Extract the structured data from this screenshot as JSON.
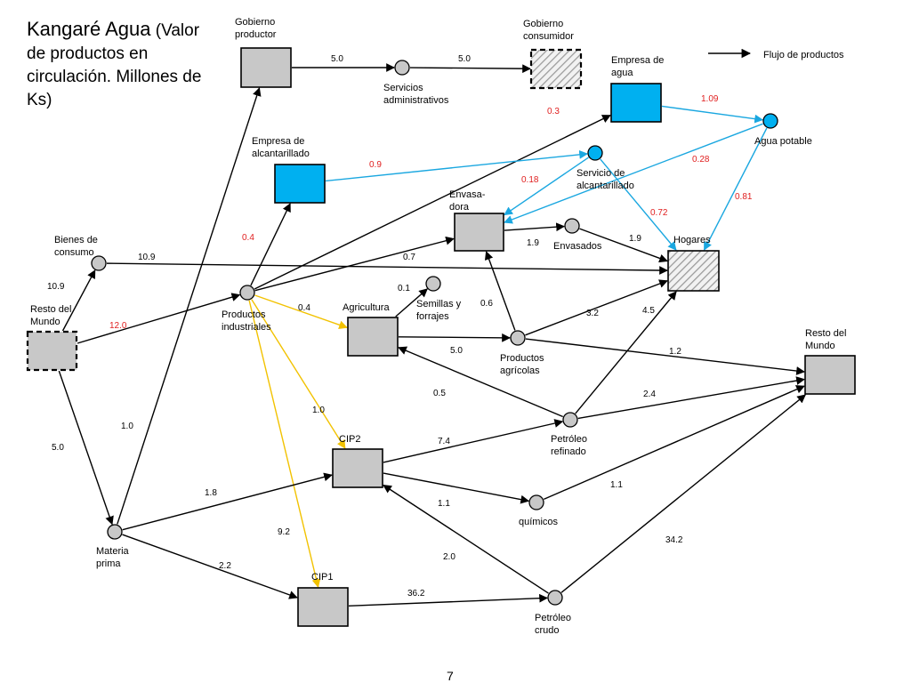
{
  "title": {
    "main": "Kangaré Agua",
    "rest": "(Valor de productos en circulación. Millones de Ks)"
  },
  "page_number": "7",
  "legend": {
    "label": "Flujo de productos"
  },
  "colors": {
    "node_gray": "#c8c8c8",
    "node_blue": "#00b0f0",
    "arrow_black": "#000000",
    "arrow_blue": "#1aa7e0",
    "arrow_yellow": "#f2c200",
    "value_red": "#e02020"
  },
  "nodes": {
    "gob_prod": {
      "label": [
        "Gobierno",
        "productor"
      ]
    },
    "serv_adm": {
      "label": [
        "Servicios",
        "administrativos"
      ]
    },
    "gob_cons": {
      "label": [
        "Gobierno",
        "consumidor"
      ]
    },
    "emp_agua": {
      "label": [
        "Empresa de",
        "agua"
      ]
    },
    "agua_pot": {
      "label": [
        "Agua potable"
      ]
    },
    "emp_alc": {
      "label": [
        "Empresa de",
        "alcantarillado"
      ]
    },
    "serv_alc": {
      "label": [
        "Servicio de",
        "alcantarillado"
      ]
    },
    "envasadora": {
      "label": [
        "Envasa-",
        "dora"
      ]
    },
    "envasados": {
      "label": [
        "Envasados"
      ]
    },
    "hogares": {
      "label": [
        "Hogares"
      ]
    },
    "bienes": {
      "label": [
        "Bienes de",
        "consumo"
      ]
    },
    "resto_izq": {
      "label": [
        "Resto del",
        "Mundo"
      ]
    },
    "prod_ind": {
      "label": [
        "Productos",
        "industriales"
      ]
    },
    "agricultura": {
      "label": [
        "Agricultura"
      ]
    },
    "semillas": {
      "label": [
        "Semillas y",
        "forrajes"
      ]
    },
    "prod_agr": {
      "label": [
        "Productos",
        "agrícolas"
      ]
    },
    "resto_der": {
      "label": [
        "Resto del",
        "Mundo"
      ]
    },
    "petro_ref": {
      "label": [
        "Petróleo",
        "refinado"
      ]
    },
    "cip2": {
      "label": [
        "CIP2"
      ]
    },
    "quimicos": {
      "label": [
        "químicos"
      ]
    },
    "materia": {
      "label": [
        "Materia",
        "prima"
      ]
    },
    "cip1": {
      "label": [
        "CIP1"
      ]
    },
    "petro_crudo": {
      "label": [
        "Petróleo",
        "crudo"
      ]
    }
  },
  "flows": [
    {
      "id": "gobprod-servadm",
      "from": "gob_prod",
      "to": "serv_adm",
      "value": "5.0",
      "color": "black"
    },
    {
      "id": "servadm-gobcons",
      "from": "serv_adm",
      "to": "gob_cons",
      "value": "5.0",
      "color": "black"
    },
    {
      "id": "prodind-empagua",
      "from": "prod_ind",
      "to": "emp_agua",
      "value": "0.3",
      "color": "black",
      "value_color": "red"
    },
    {
      "id": "empagua-aguapot",
      "from": "emp_agua",
      "to": "agua_pot",
      "value": "1.09",
      "color": "blue",
      "value_color": "red"
    },
    {
      "id": "aguapot-envasadora",
      "from": "agua_pot",
      "to": "envasadora",
      "value": "0.28",
      "color": "blue",
      "value_color": "red"
    },
    {
      "id": "aguapot-hogares",
      "from": "agua_pot",
      "to": "hogares",
      "value": "0.81",
      "color": "blue",
      "value_color": "red"
    },
    {
      "id": "empalc-servalc",
      "from": "emp_alc",
      "to": "serv_alc",
      "value": "0.9",
      "color": "blue",
      "value_color": "red"
    },
    {
      "id": "servalc-envasadora",
      "from": "serv_alc",
      "to": "envasadora",
      "value": "0.18",
      "color": "blue",
      "value_color": "red"
    },
    {
      "id": "servalc-hogares",
      "from": "serv_alc",
      "to": "hogares",
      "value": "0.72",
      "color": "blue",
      "value_color": "red"
    },
    {
      "id": "prodind-empalc",
      "from": "prod_ind",
      "to": "emp_alc",
      "value": "0.4",
      "color": "black",
      "value_color": "red"
    },
    {
      "id": "prodind-envasadora",
      "from": "prod_ind",
      "to": "envasadora",
      "value": "0.7",
      "color": "black"
    },
    {
      "id": "envasadora-envasados",
      "from": "envasadora",
      "to": "envasados",
      "value": "1.9",
      "color": "black"
    },
    {
      "id": "envasados-hogares",
      "from": "envasados",
      "to": "hogares",
      "value": "1.9",
      "color": "black"
    },
    {
      "id": "bienes-hogares",
      "from": "bienes",
      "to": "hogares",
      "value": "10.9",
      "color": "black"
    },
    {
      "id": "resto-bienes",
      "from": "resto_izq",
      "to": "bienes",
      "value": "10.9",
      "color": "black"
    },
    {
      "id": "resto-prodind",
      "from": "resto_izq",
      "to": "prod_ind",
      "value": "12.0",
      "color": "black",
      "value_color": "red"
    },
    {
      "id": "resto-materia",
      "from": "resto_izq",
      "to": "materia",
      "value": "5.0",
      "color": "black"
    },
    {
      "id": "materia-gobprod",
      "from": "materia",
      "to": "gob_prod",
      "value": "1.0",
      "color": "black"
    },
    {
      "id": "prodind-agricultura",
      "from": "prod_ind",
      "to": "agricultura",
      "value": "0.4",
      "color": "yellow"
    },
    {
      "id": "agricultura-semillas",
      "from": "agricultura",
      "to": "semillas",
      "value": "0.1",
      "color": "black"
    },
    {
      "id": "agricultura-prodagr",
      "from": "agricultura",
      "to": "prod_agr",
      "value": "5.0",
      "color": "black"
    },
    {
      "id": "prodagr-envasadora",
      "from": "prod_agr",
      "to": "envasadora",
      "value": "0.6",
      "color": "black"
    },
    {
      "id": "prodagr-hogares",
      "from": "prod_agr",
      "to": "hogares",
      "value": "3.2",
      "color": "black"
    },
    {
      "id": "prodagr-restoder",
      "from": "prod_agr",
      "to": "resto_der",
      "value": "1.2",
      "color": "black"
    },
    {
      "id": "petroref-hogares",
      "from": "petro_ref",
      "to": "hogares",
      "value": "4.5",
      "color": "black"
    },
    {
      "id": "petroref-restoder",
      "from": "petro_ref",
      "to": "resto_der",
      "value": "2.4",
      "color": "black"
    },
    {
      "id": "petroref-agricultura",
      "from": "petro_ref",
      "to": "agricultura",
      "value": "0.5",
      "color": "black"
    },
    {
      "id": "prodind-cip2",
      "from": "prod_ind",
      "to": "cip2",
      "value": "1.0",
      "color": "yellow"
    },
    {
      "id": "prodind-cip1",
      "from": "prod_ind",
      "to": "cip1",
      "value": "9.2",
      "color": "yellow"
    },
    {
      "id": "cip2-petroref",
      "from": "cip2",
      "to": "petro_ref",
      "value": "7.4",
      "color": "black"
    },
    {
      "id": "cip2-quimicos",
      "from": "cip2",
      "to": "quimicos",
      "value": "1.1",
      "color": "black"
    },
    {
      "id": "quimicos-restoder",
      "from": "quimicos",
      "to": "resto_der",
      "value": "1.1",
      "color": "black"
    },
    {
      "id": "materia-cip2",
      "from": "materia",
      "to": "cip2",
      "value": "1.8",
      "color": "black"
    },
    {
      "id": "materia-cip1",
      "from": "materia",
      "to": "cip1",
      "value": "2.2",
      "color": "black"
    },
    {
      "id": "cip1-petrocrudo",
      "from": "cip1",
      "to": "petro_crudo",
      "value": "36.2",
      "color": "black"
    },
    {
      "id": "petrocrudo-cip2",
      "from": "petro_crudo",
      "to": "cip2",
      "value": "2.0",
      "color": "black"
    },
    {
      "id": "petrocrudo-restoder",
      "from": "petro_crudo",
      "to": "resto_der",
      "value": "34.2",
      "color": "black"
    }
  ]
}
